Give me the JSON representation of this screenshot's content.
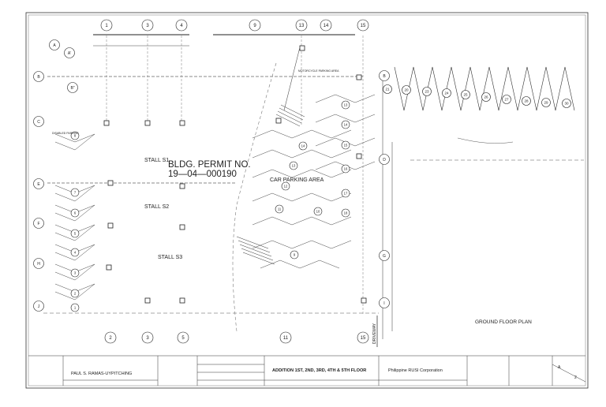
{
  "drawing": {
    "permit_line1": "BLDG. PERMIT NO.",
    "permit_line2": "19—04—000190",
    "stall_1": "STALL S1",
    "stall_2": "STALL S2",
    "stall_3": "STALL S3",
    "car_parking": "CAR  PARKING  AREA",
    "disabled_parking": "DISABLED PARKING",
    "motorcycle_parking": "MOTORCYCLE PARKING AREA",
    "sheet_title": "GROUND FLOOR  PLAN",
    "driveway": "DRIVEWAY"
  },
  "grid_top": [
    "1",
    "3",
    "4",
    "9",
    "13",
    "14",
    "15"
  ],
  "grid_bottom": [
    "2",
    "3",
    "5",
    "11",
    "15"
  ],
  "grid_left": [
    "A",
    "A'",
    "B",
    "B\"",
    "C",
    "E",
    "F",
    "H",
    "J"
  ],
  "grid_right_mid": [
    "B",
    "D",
    "G",
    "I"
  ],
  "parking_right": [
    "21",
    "20",
    "23",
    "24",
    "25",
    "26",
    "27",
    "28",
    "29",
    "30"
  ],
  "parking_center_right": [
    "13",
    "14",
    "15",
    "16",
    "17",
    "18"
  ],
  "parking_center": [
    "14",
    "13",
    "12",
    "11",
    "10",
    "9"
  ],
  "parking_left": [
    "8",
    "7",
    "6",
    "5",
    "4",
    "3",
    "2",
    "1"
  ],
  "title_block": {
    "owner_name": "PAUL S. RAMAS-UYPITCHING",
    "project_title": "ADDITION 1ST, 2ND, 3RD, 4TH & 5TH FLOOR",
    "company": "Philippine RUSI Corporation",
    "sheet_letter": "A",
    "sheet_number": "2"
  }
}
